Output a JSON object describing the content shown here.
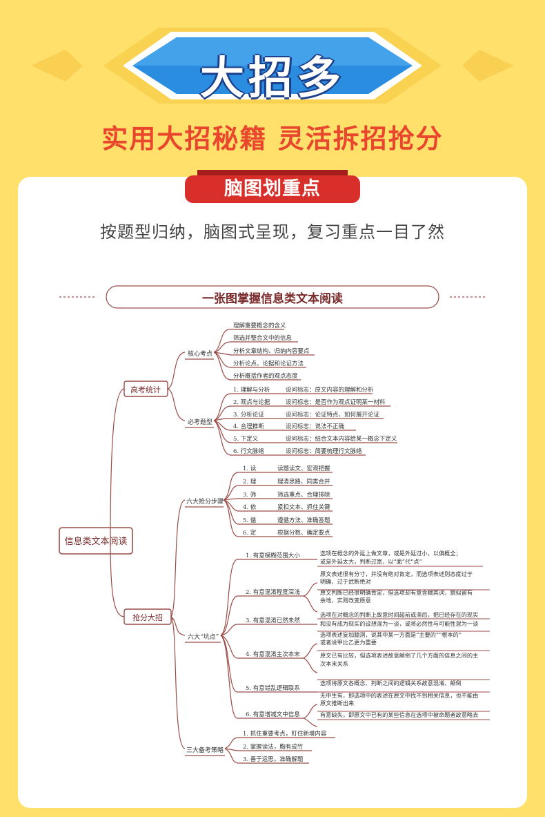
{
  "hero": {
    "title": "大招多"
  },
  "slogan": "实用大招秘籍 灵活拆招抢分",
  "tab": {
    "label": "脑图划重点"
  },
  "subtitle": "按题型归纳，脑图式呈现，复习重点一目了然",
  "mindmap": {
    "title": "一张图掌握信息类文本阅读",
    "root": "信息类文本阅读",
    "branches": {
      "gaokao": "高考统计",
      "qiangfen": "抢分大招"
    },
    "core": {
      "label": "核心考点",
      "items": [
        "理解重要概念的含义",
        "筛选并整合文中的信息",
        "分析文章结构、归纳内容要点",
        "分析论点、论据和论证方法",
        "分析概括作者的观点态度"
      ]
    },
    "must": {
      "label": "必考题型",
      "items": [
        {
          "name": "1. 理解与分析",
          "sign": "设问标志：原文内容的理解和分析"
        },
        {
          "name": "2. 观点与论据",
          "sign": "设问标志：是否作为观点证明某一材料"
        },
        {
          "name": "3. 分析论证",
          "sign": "设问标志：论证特点、如何展开论证"
        },
        {
          "name": "4. 合理推断",
          "sign": "设问标志：说法不正确"
        },
        {
          "name": "5. 下定义",
          "sign": "设问标志：结合文本内容给某一概念下定义"
        },
        {
          "name": "6. 行文脉络",
          "sign": "设问标志：简要梳理行文脉络"
        }
      ]
    },
    "six_steps": {
      "label": "六大抢分步骤",
      "items": [
        {
          "name": "1. 读",
          "desc": "读题读文、宏观把握"
        },
        {
          "name": "2. 理",
          "desc": "理清思路、同类合并"
        },
        {
          "name": "3. 筛",
          "desc": "筛选重点、合理排除"
        },
        {
          "name": "4. 依",
          "desc": "紧扣文本、抓住关键"
        },
        {
          "name": "5. 循",
          "desc": "遵循方法、准确答题"
        },
        {
          "name": "6. 定",
          "desc": "根据分数、确定要点"
        }
      ]
    },
    "six_traps": {
      "label": "六大“坑点”",
      "items": [
        {
          "name": "1. 有意模糊范围大小",
          "notes": [
            "选项在概念的外延上做文章，或是外延过小，以偏概全；",
            "或是外延太大，判断过宽，以“面”代“点”"
          ]
        },
        {
          "name": "2. 有意混淆程度深浅",
          "notes": [
            "原文表述很有分寸，并没有绝对肯定，而选项表述则态度过于",
            "明确，过于武断绝对",
            "原文判断已经很明确肯定，但选项却有意含糊其词，貌似留有",
            "余地，实则改变原意"
          ]
        },
        {
          "name": "3. 有意混淆已然未然",
          "notes": [
            "选项在对概念的判断上故意时间超前或滞后，把已经存在的现实",
            "和没有成为现实的设想混为一谈，或将必然性与可能性混为一谈"
          ]
        },
        {
          "name": "4. 有意混淆主次本末",
          "notes": [
            "选项表述妄加臆测，说其中某一方面是“主要的”“根本的”",
            "或者说甲比乙更为重要",
            "原文已有比较，但选项表述故意颠倒了几个方面的信息之间的主",
            "次本末关系"
          ]
        },
        {
          "name": "5. 有意错乱逻辑联系",
          "notes": [
            "选项将原文各概念、判断之间的逻辑关系故意混淆、颠倒"
          ]
        },
        {
          "name": "6. 有意增减文中信息",
          "notes": [
            "无中生有，即选项中的表述在原文中找不到相关信息，也不能由",
            "原文推断出来",
            "有意缺失，即原文中已有的某些信息在选项中被命题者故意略去"
          ]
        }
      ]
    },
    "strategy": {
      "label": "三大备考策略",
      "items": [
        "1. 抓住重要考点，盯住新增内容",
        "2. 掌握读法，胸有成竹",
        "3. 善于运思，准确解题"
      ]
    }
  },
  "colors": {
    "line": "#9a4a46",
    "accent": "#e8472e",
    "tab": "#d92f2b",
    "hero": "#2a7fd8"
  }
}
